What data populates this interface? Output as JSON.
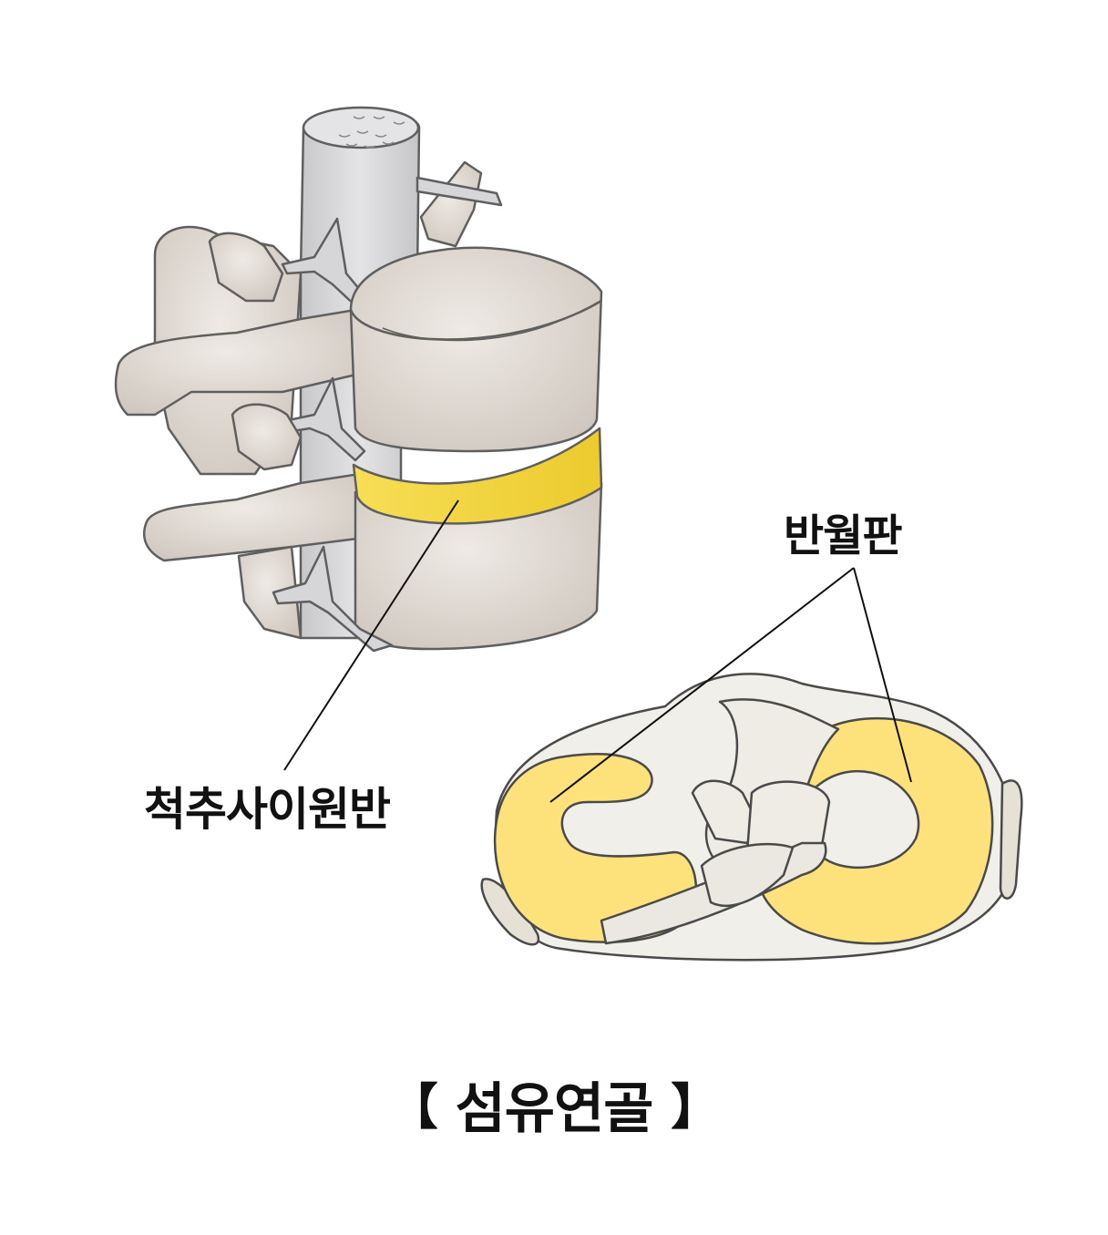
{
  "labels": {
    "intervertebral_disc": "척추사이원반",
    "meniscus": "반월판"
  },
  "caption": {
    "open_bracket": "【",
    "title": "섬유연골",
    "close_bracket": "】"
  },
  "colors": {
    "background": "#ffffff",
    "bone": "#e6e0da",
    "bone_shadow": "#c9c1ba",
    "spinal_cord": "#d9d9db",
    "disc_yellow": "#f2d43c",
    "meniscus_yellow": "#fde17a",
    "tibia_surface": "#f1efea",
    "outline": "#5f5f5f",
    "leader_line": "#111111"
  }
}
